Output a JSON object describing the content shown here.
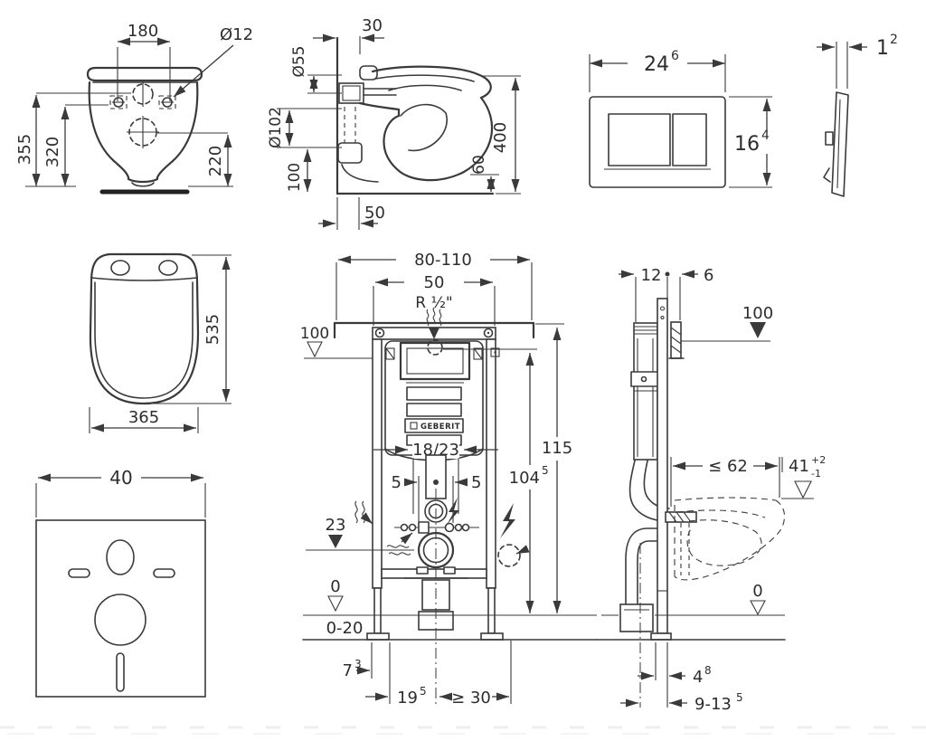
{
  "drawing": {
    "background": "#ffffff",
    "ink_color": "#3a3a3a",
    "views": {
      "toilet_front": {
        "dim_hole_spacing": "180",
        "dim_hole_diameter": "Ø12",
        "dim_height_total": "355",
        "dim_height_holes": "320",
        "dim_height_outlet": "220"
      },
      "toilet_side": {
        "dim_wall_offset": "30",
        "dim_inlet_diameter": "Ø55",
        "dim_outlet_diameter": "Ø102",
        "dim_outlet_height": "100",
        "dim_fixing_depth": "50",
        "dim_total_height": "400",
        "dim_bottom_clearance": "60"
      },
      "flush_plate": {
        "dim_width": {
          "main": "24",
          "sup": "6"
        },
        "dim_height": {
          "main": "16",
          "sup": "4"
        },
        "dim_thickness": {
          "main": "1",
          "sup": "2"
        }
      },
      "seat_top": {
        "dim_depth": "535",
        "dim_width": "365"
      },
      "sound_mat": {
        "dim_width": "40"
      },
      "frame_front": {
        "dim_width_range": "80-110",
        "dim_rail_width": "50",
        "label_supply": "R ½\"",
        "level_supply": "100",
        "dim_height": "115",
        "dim_height_top": {
          "main": "104",
          "sup": "5"
        },
        "dim_flush_pipe": "18/23",
        "dim_offset_left": "5",
        "dim_offset_right": "5",
        "level_outlet": "23",
        "level_floor": "0",
        "dim_floor_range": "0-20",
        "dim_foot_offset": {
          "main": "7",
          "sup": "3"
        },
        "dim_outlet_offset": {
          "main": "19",
          "sup": "5"
        },
        "dim_side_clearance": "≥ 30",
        "brand": "GEBERIT"
      },
      "frame_side": {
        "dim_cistern_depth": "12",
        "dim_rail_depth": "6",
        "level_supply": "100",
        "dim_depth_max": "≤ 62",
        "dim_seat_height": {
          "main": "41",
          "sup": "+2",
          "sub": "-1"
        },
        "level_floor": "0",
        "dim_front_offset": {
          "main": "4",
          "sup": "8"
        },
        "dim_drain_offset": {
          "main": "9-13",
          "sup": "5"
        }
      }
    }
  }
}
